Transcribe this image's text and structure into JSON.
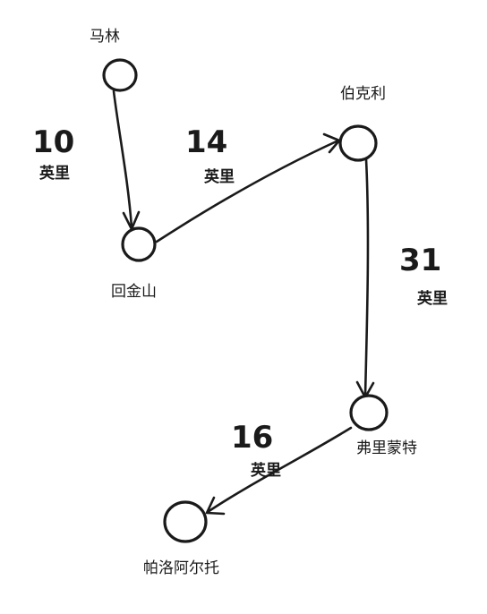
{
  "nodes": {
    "malin": "马林",
    "huijinshan": "回金山",
    "bokeli": "伯克利",
    "fulimengte": "弗里蒙特",
    "paluoaertuo": "帕洛阿尔托"
  },
  "edges": {
    "malin_to_huijinshan": {
      "distance": "10",
      "unit": "英里"
    },
    "huijinshan_to_bokeli": {
      "distance": "14",
      "unit": "英里"
    },
    "bokeli_to_fulimengte": {
      "distance": "31",
      "unit": "英里"
    },
    "fulimengte_to_paluoaertuo": {
      "distance": "16",
      "unit": "英里"
    }
  }
}
